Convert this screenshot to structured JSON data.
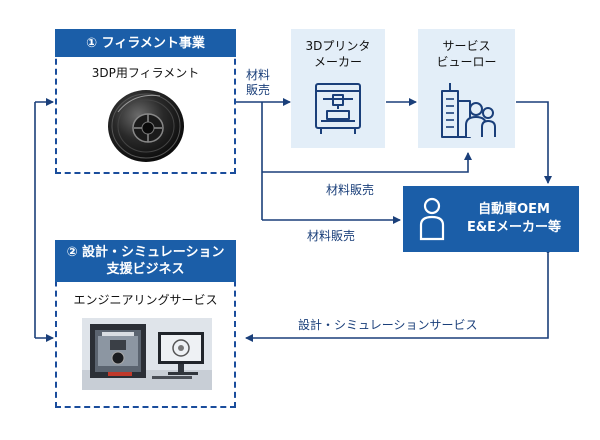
{
  "filament": {
    "header": "① フィラメント事業",
    "subtitle": "3DP用フィラメント",
    "icon": "filament-spool-icon"
  },
  "design": {
    "header_line1": "② 設計・シミュレーション",
    "header_line2": "支援ビジネス",
    "subtitle": "エンジニアリングサービス",
    "icon": "engineering-workstation-icon"
  },
  "printer_maker": {
    "title_line1": "3Dプリンタ",
    "title_line2": "メーカー",
    "icon": "3d-printer-icon"
  },
  "service_bureau": {
    "title_line1": "サービス",
    "title_line2": "ビューロー",
    "icon": "buildings-people-icon"
  },
  "oem": {
    "line1": "自動車OEM",
    "line2": "E&Eメーカー等",
    "icon": "person-icon"
  },
  "labels": {
    "material_sales_top_1": "材料",
    "material_sales_top_2": "販売",
    "material_sales_mid": "材料販売",
    "material_sales_low": "材料販売",
    "simulation_service": "設計・シミュレーションサービス"
  },
  "colors": {
    "accent": "#1b5ea8",
    "dark_navy": "#1a3f7a",
    "light_box": "#e3eef8"
  }
}
